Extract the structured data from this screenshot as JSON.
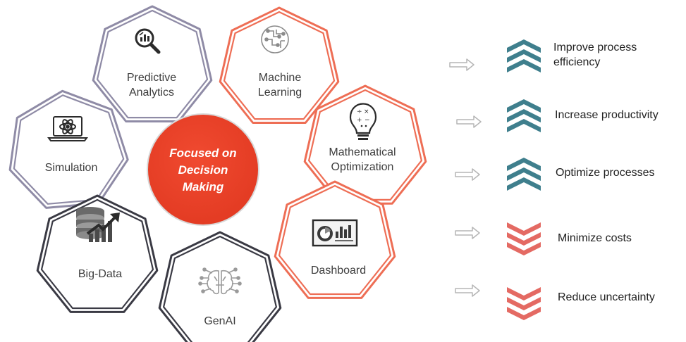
{
  "center": {
    "lines": [
      "Focused on",
      "Decision",
      "Making"
    ]
  },
  "nodes": [
    {
      "id": "predictive-analytics",
      "lines": [
        "Predictive",
        "Analytics"
      ],
      "icon": "magnifier-chart-icon",
      "color": "#8f8ba6"
    },
    {
      "id": "machine-learning",
      "lines": [
        "Machine",
        "Learning"
      ],
      "icon": "circuit-brain-icon",
      "color": "#ee6e55"
    },
    {
      "id": "simulation",
      "lines": [
        "Simulation"
      ],
      "icon": "laptop-atom-icon",
      "color": "#8f8ba6"
    },
    {
      "id": "mathematical-optimization",
      "lines": [
        "Mathematical",
        "Optimization"
      ],
      "icon": "lightbulb-math-icon",
      "color": "#ee6e55"
    },
    {
      "id": "big-data",
      "lines": [
        "Big-Data"
      ],
      "icon": "database-growth-icon",
      "color": "#3a3a44"
    },
    {
      "id": "dashboard",
      "lines": [
        "Dashboard"
      ],
      "icon": "dashboard-screen-icon",
      "color": "#ee6e55"
    },
    {
      "id": "genai",
      "lines": [
        "GenAI"
      ],
      "icon": "ai-brain-icon",
      "color": "#3a3a44"
    }
  ],
  "outcomes": [
    {
      "lines": [
        "Improve process",
        "efficiency"
      ],
      "direction": "up",
      "color": "#3f7f8d"
    },
    {
      "lines": [
        "Increase productivity"
      ],
      "direction": "up",
      "color": "#3f7f8d"
    },
    {
      "lines": [
        "Optimize processes"
      ],
      "direction": "up",
      "color": "#3f7f8d"
    },
    {
      "lines": [
        "Minimize costs"
      ],
      "direction": "down",
      "color": "#e46a63"
    },
    {
      "lines": [
        "Reduce uncertainty"
      ],
      "direction": "down",
      "color": "#e46a63"
    }
  ],
  "colors": {
    "center_fill": "#e8412a",
    "arrow": "#b5b5b5"
  }
}
